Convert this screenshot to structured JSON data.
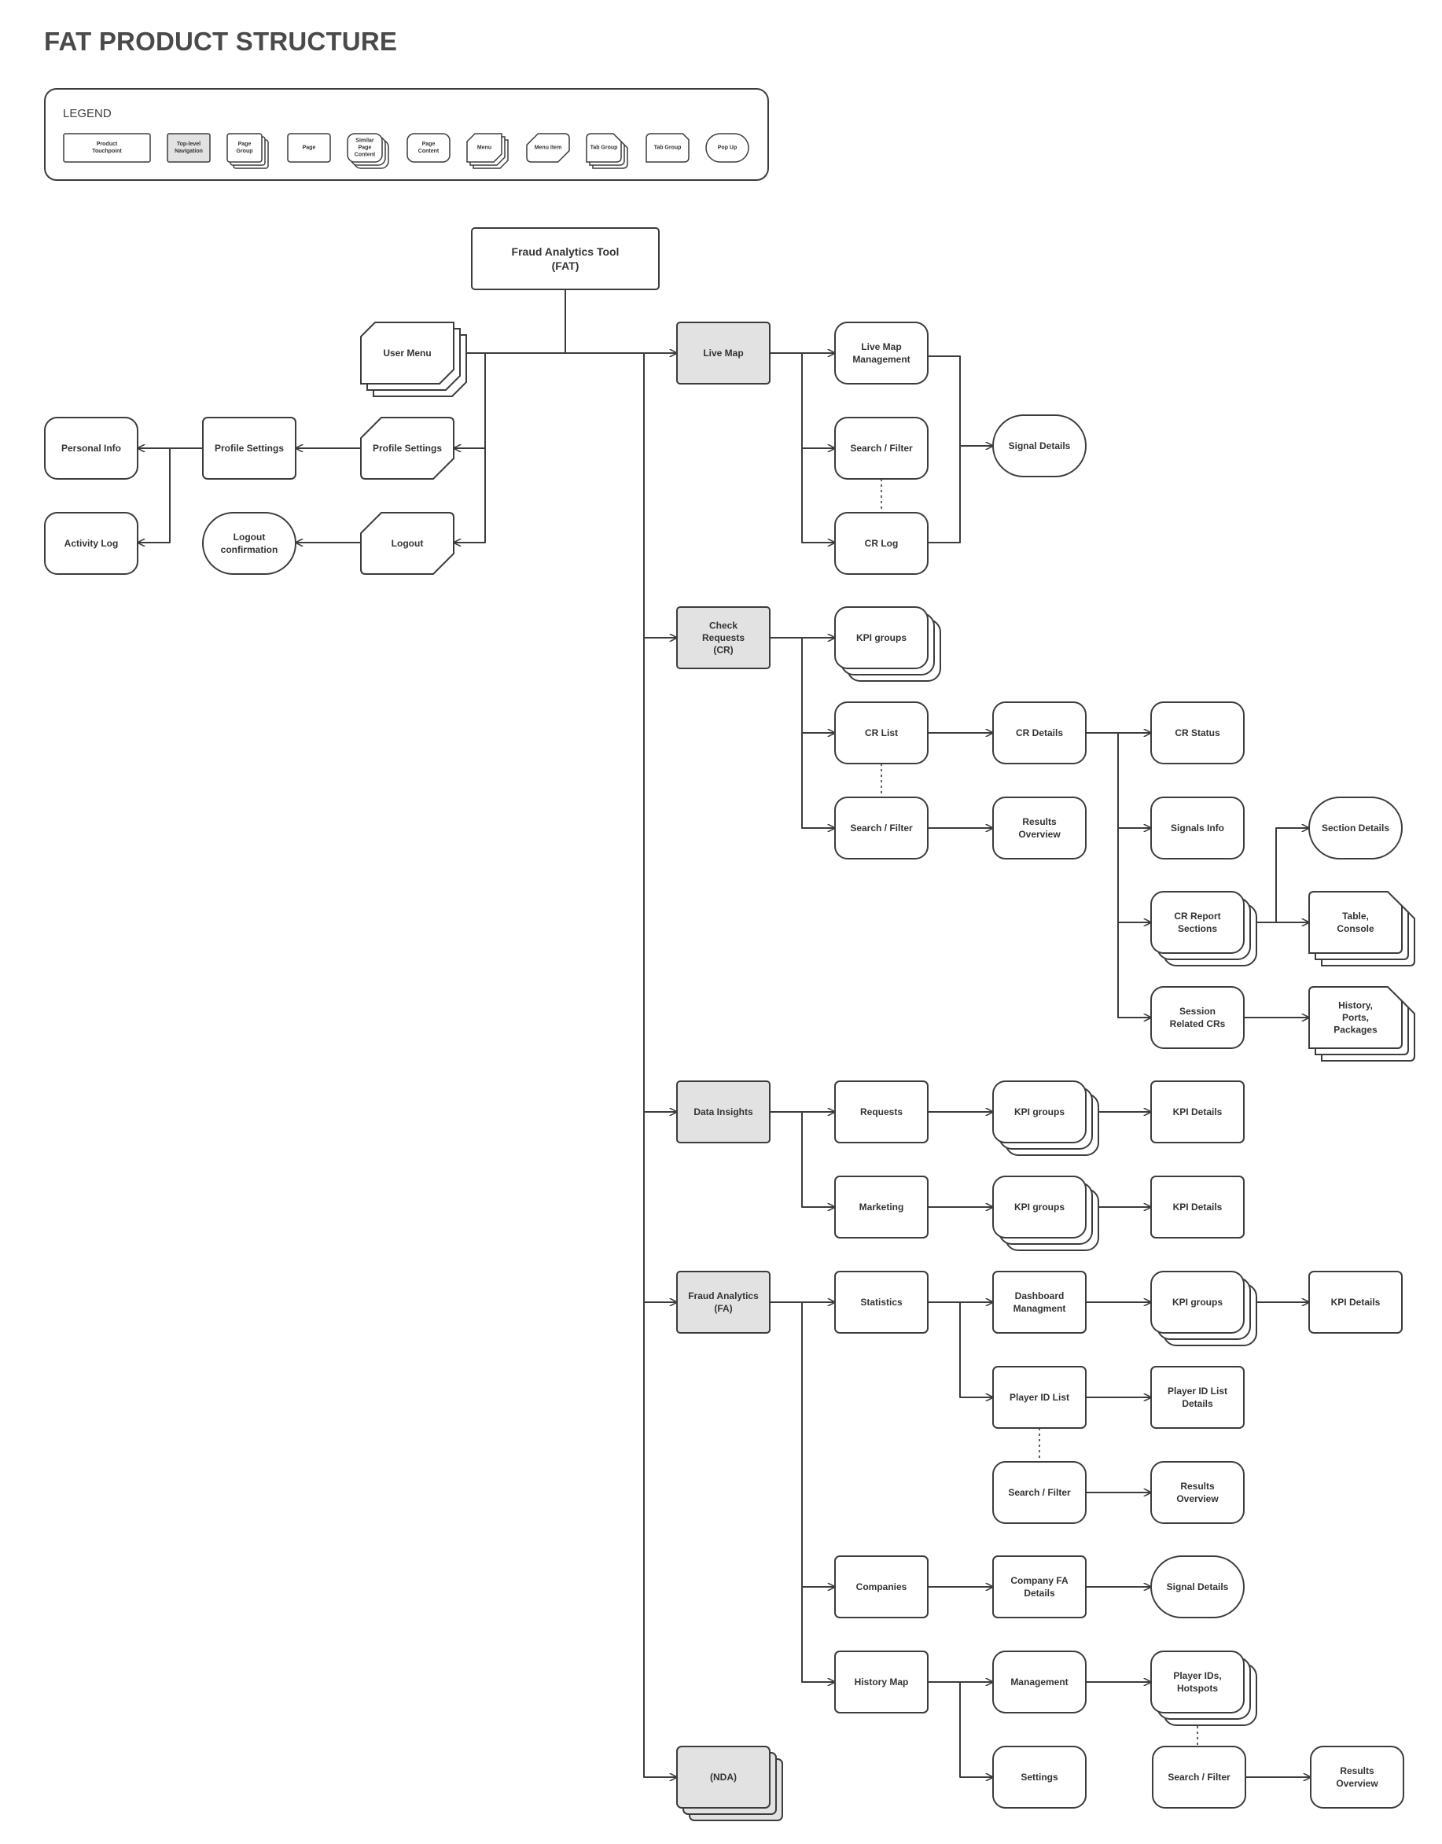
{
  "title": "FAT PRODUCT STRUCTURE",
  "legend": {
    "label": "LEGEND",
    "items": [
      {
        "key": "product-touchpoint",
        "lines": [
          "Product",
          "Touchpoint"
        ]
      },
      {
        "key": "top-level-navigation",
        "lines": [
          "Top-level",
          "Navigation"
        ]
      },
      {
        "key": "page-group",
        "lines": [
          "Page",
          "Group"
        ]
      },
      {
        "key": "page",
        "lines": [
          "Page"
        ]
      },
      {
        "key": "similar-page-content",
        "lines": [
          "Similar",
          "Page",
          "Content"
        ]
      },
      {
        "key": "page-content",
        "lines": [
          "Page",
          "Content"
        ]
      },
      {
        "key": "menu",
        "lines": [
          "Menu"
        ]
      },
      {
        "key": "menu-item",
        "lines": [
          "Menu Item"
        ]
      },
      {
        "key": "tab-group-stack",
        "lines": [
          "Tab Group"
        ]
      },
      {
        "key": "tab-group",
        "lines": [
          "Tab Group"
        ]
      },
      {
        "key": "pop-up",
        "lines": [
          "Pop Up"
        ]
      }
    ]
  },
  "colors": {
    "stroke": "#3c3c3c",
    "navFill": "#e2e2e2",
    "fill": "#ffffff",
    "text": "#333333"
  },
  "nodes": [
    {
      "id": "fat",
      "type": "touchpoint",
      "lines": [
        "Fraud Analytics Tool",
        "(FAT)"
      ]
    },
    {
      "id": "user_menu",
      "type": "menu",
      "lines": [
        "User Menu"
      ]
    },
    {
      "id": "profile_settings_item",
      "type": "menu-item",
      "lines": [
        "Profile Settings"
      ]
    },
    {
      "id": "logout_item",
      "type": "menu-item",
      "lines": [
        "Logout"
      ]
    },
    {
      "id": "profile_settings_page",
      "type": "page",
      "lines": [
        "Profile Settings"
      ]
    },
    {
      "id": "personal_info",
      "type": "content",
      "lines": [
        "Personal Info"
      ]
    },
    {
      "id": "activity_log",
      "type": "content",
      "lines": [
        "Activity Log"
      ]
    },
    {
      "id": "logout_confirm",
      "type": "popup",
      "lines": [
        "Logout",
        "confirmation"
      ]
    },
    {
      "id": "live_map",
      "type": "nav",
      "lines": [
        "Live Map"
      ]
    },
    {
      "id": "live_map_mgmt",
      "type": "content",
      "lines": [
        "Live Map",
        "Management"
      ]
    },
    {
      "id": "lm_search_filter",
      "type": "content",
      "lines": [
        "Search / Filter"
      ]
    },
    {
      "id": "lm_cr_log",
      "type": "content",
      "lines": [
        "CR Log"
      ]
    },
    {
      "id": "lm_signal_details",
      "type": "popup",
      "lines": [
        "Signal Details"
      ]
    },
    {
      "id": "check_requests",
      "type": "nav",
      "lines": [
        "Check",
        "Requests",
        "(CR)"
      ]
    },
    {
      "id": "cr_kpi_groups",
      "type": "similar",
      "lines": [
        "KPI groups"
      ]
    },
    {
      "id": "cr_list",
      "type": "content",
      "lines": [
        "CR List"
      ]
    },
    {
      "id": "cr_search_filter",
      "type": "content",
      "lines": [
        "Search / Filter"
      ]
    },
    {
      "id": "cr_details",
      "type": "content",
      "lines": [
        "CR Details"
      ]
    },
    {
      "id": "cr_results_overview",
      "type": "content",
      "lines": [
        "Results",
        "Overview"
      ]
    },
    {
      "id": "cr_status",
      "type": "content",
      "lines": [
        "CR Status"
      ]
    },
    {
      "id": "signals_info",
      "type": "content",
      "lines": [
        "Signals Info"
      ]
    },
    {
      "id": "cr_report_sections",
      "type": "similar",
      "lines": [
        "CR Report",
        "Sections"
      ]
    },
    {
      "id": "session_related_crs",
      "type": "content",
      "lines": [
        "Session",
        "Related CRs"
      ]
    },
    {
      "id": "section_details",
      "type": "popup",
      "lines": [
        "Section Details"
      ]
    },
    {
      "id": "table_console",
      "type": "tabgroup",
      "lines": [
        "Table,",
        "Console"
      ]
    },
    {
      "id": "history_ports_packages",
      "type": "tabgroup",
      "lines": [
        "History,",
        "Ports,",
        "Packages"
      ]
    },
    {
      "id": "data_insights",
      "type": "nav",
      "lines": [
        "Data Insights"
      ]
    },
    {
      "id": "di_requests",
      "type": "page",
      "lines": [
        "Requests"
      ]
    },
    {
      "id": "di_requests_kpi",
      "type": "similar",
      "lines": [
        "KPI groups"
      ]
    },
    {
      "id": "di_requests_kpi_details",
      "type": "page",
      "lines": [
        "KPI Details"
      ]
    },
    {
      "id": "di_marketing",
      "type": "page",
      "lines": [
        "Marketing"
      ]
    },
    {
      "id": "di_marketing_kpi",
      "type": "similar",
      "lines": [
        "KPI groups"
      ]
    },
    {
      "id": "di_marketing_kpi_details",
      "type": "page",
      "lines": [
        "KPI Details"
      ]
    },
    {
      "id": "fraud_analytics",
      "type": "nav",
      "lines": [
        "Fraud Analytics",
        "(FA)"
      ]
    },
    {
      "id": "fa_statistics",
      "type": "page",
      "lines": [
        "Statistics"
      ]
    },
    {
      "id": "fa_dashboard_mgmt",
      "type": "page",
      "lines": [
        "Dashboard",
        "Managment"
      ]
    },
    {
      "id": "fa_kpi_groups",
      "type": "similar",
      "lines": [
        "KPI groups"
      ]
    },
    {
      "id": "fa_kpi_details",
      "type": "page",
      "lines": [
        "KPI Details"
      ]
    },
    {
      "id": "fa_player_id_list",
      "type": "page",
      "lines": [
        "Player ID List"
      ]
    },
    {
      "id": "fa_player_id_list_details",
      "type": "page",
      "lines": [
        "Player ID List",
        "Details"
      ]
    },
    {
      "id": "fa_search_filter",
      "type": "content",
      "lines": [
        "Search / Filter"
      ]
    },
    {
      "id": "fa_results_overview",
      "type": "content",
      "lines": [
        "Results",
        "Overview"
      ]
    },
    {
      "id": "fa_companies",
      "type": "page",
      "lines": [
        "Companies"
      ]
    },
    {
      "id": "fa_company_details",
      "type": "page",
      "lines": [
        "Company FA",
        "Details"
      ]
    },
    {
      "id": "fa_signal_details",
      "type": "popup",
      "lines": [
        "Signal Details"
      ]
    },
    {
      "id": "fa_history_map",
      "type": "page",
      "lines": [
        "History Map"
      ]
    },
    {
      "id": "fa_management",
      "type": "content",
      "lines": [
        "Management"
      ]
    },
    {
      "id": "fa_player_ids_hotspots",
      "type": "similar",
      "lines": [
        "Player IDs,",
        "Hotspots"
      ]
    },
    {
      "id": "fa_settings",
      "type": "content",
      "lines": [
        "Settings"
      ]
    },
    {
      "id": "fa_hm_search_filter",
      "type": "content",
      "lines": [
        "Search / Filter"
      ]
    },
    {
      "id": "fa_hm_results_overview",
      "type": "content",
      "lines": [
        "Results",
        "Overview"
      ]
    },
    {
      "id": "nda",
      "type": "navstack",
      "lines": [
        "(NDA)"
      ]
    }
  ]
}
